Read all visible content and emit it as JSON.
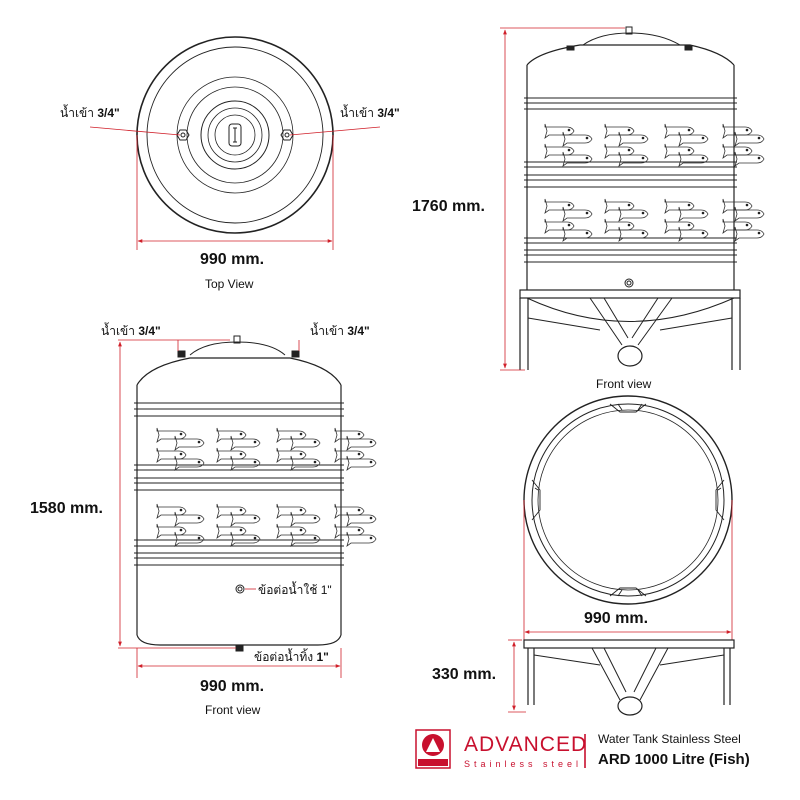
{
  "top_view": {
    "inlet_left": "น้ำเข้า",
    "inlet_left_size": "3/4\"",
    "inlet_right": "น้ำเข้า",
    "inlet_right_size": "3/4\"",
    "dimension": "990 mm.",
    "caption": "Top View"
  },
  "front_view_tank": {
    "inlet_left": "น้ำเข้า",
    "inlet_left_size": "3/4\"",
    "inlet_right": "น้ำเข้า",
    "inlet_right_size": "3/4\"",
    "height": "1580 mm.",
    "outlet_use": "ข้อต่อน้ำใช้ 1\"",
    "drain": "ข้อต่อน้ำทิ้ง",
    "drain_size": "1\"",
    "width": "990 mm.",
    "caption": "Front view"
  },
  "front_view_stand": {
    "height": "1760 mm.",
    "caption": "Front view"
  },
  "stand_detail": {
    "width": "990 mm.",
    "height": "330 mm."
  },
  "brand": {
    "logo_text": "ADVANCED",
    "name": "ADVANCED",
    "tagline": "Stainless  steel",
    "color": "#c8102e"
  },
  "product": {
    "line": "Water Tank Stainless Steel",
    "model": "ARD 1000 Litre (Fish)"
  }
}
